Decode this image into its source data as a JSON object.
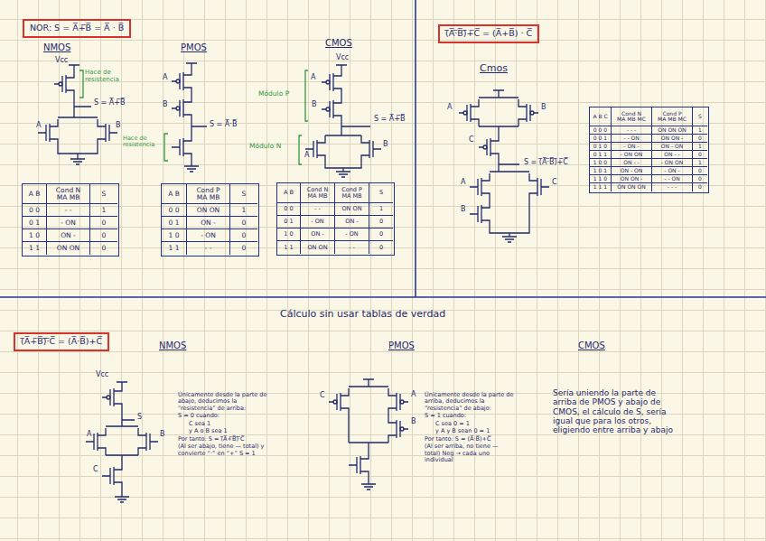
{
  "diagram": {
    "nodes": [
      {
        "text": [
          "NOR: S = A̅+̅B̅ = A̅ · B̅"
        ]
      },
      {
        "text": [
          "(̅A̅·̅B̅)̅+̅C̅ = (A̅+B̅) · C̅"
        ]
      },
      {
        "text": [
          "(̅A̅+̅B̅)̅·̅C̅ = (A̅·B̅)+C̅"
        ]
      }
    ],
    "labels": [
      "NMOS",
      "Vcc",
      "Hace de resistencia",
      "S = A̅+̅B̅",
      "A",
      "B",
      "A B",
      "Cond N",
      "MA MB",
      "S",
      "0 0",
      "- -",
      "1",
      "0 1",
      "- ON",
      "0",
      "1 0",
      "ON -",
      "0",
      "1 1",
      "ON ON",
      "0",
      "PMOS",
      "A",
      "B",
      "S = A̅·B̅",
      "Hace de resistencia",
      "A B",
      "Cond P",
      "MA MB",
      "S",
      "0 0",
      "ON ON",
      "1",
      "0 1",
      "ON -",
      "0",
      "1 0",
      "- ON",
      "0",
      "1 1",
      "- -",
      "0",
      "CMOS",
      "Vcc",
      "A",
      "B",
      "Módulo P",
      "Módulo N",
      "A",
      "B",
      "S = A̅+̅B̅",
      "A B",
      "Cond N",
      "MA MB",
      "Cond P",
      "MA MB",
      "S",
      "0 0",
      "- -",
      "ON ON",
      "1",
      "0 1",
      "- ON",
      "ON -",
      "0",
      "1 0",
      "ON -",
      "- ON",
      "0",
      "1 1",
      "ON ON",
      "- -",
      "0",
      "Cmos",
      "A",
      "B",
      "C",
      "S = (̅A̅·̅B̅)̅+̅C̅",
      "A",
      "B",
      "C",
      "A B C",
      "Cond N",
      "MA MB MC",
      "Cond P",
      "MA MB MC",
      "S",
      "0 0 0",
      "- - -",
      "ON ON ON",
      "1",
      "0 0 1",
      "- - ON",
      "ON ON -",
      "0",
      "0 1 0",
      "- ON -",
      "ON - ON",
      "1",
      "0 1 1",
      "- ON ON",
      "ON - -",
      "0",
      "1 0 0",
      "ON - -",
      "- ON ON",
      "1",
      "1 0 1",
      "ON - ON",
      "- ON -",
      "0",
      "1 1 0",
      "ON ON -",
      "- - ON",
      "0",
      "1 1 1",
      "ON ON ON",
      "- - -",
      "0",
      "Cálculo sin usar tablas de verdad",
      "NMOS",
      "Vcc",
      "S",
      "A",
      "B",
      "C",
      "Únicamente desde la parte de abajo, deducimos la “resistencia” de arriba:",
      "S = 0 cuando:",
      "C sea 1",
      "y A o B sea 1",
      "Por tanto: S = (̅A̅+̅B̅)̅·̅C̅",
      "(Al ser abajo, tiene — total) y convierte “·” en “+” S = 1",
      "PMOS",
      "C",
      "A",
      "B",
      "Únicamente desde la parte de arriba, deducimos la “resistencia” de abajo:",
      "S = 1 cuando:",
      "C sea 0 = 1",
      "y A y B sean 0 = 1",
      "Por tanto: S = (A̅·B̅)+C̅",
      "(Al ser arriba, no tiene — total) Neg → cada uno individual",
      "CMOS",
      "Sería uniendo la parte de arriba de PMOS y abajo de CMOS, el cálculo de S, sería igual que para los otros, eligiendo entre arriba y abajo"
    ]
  }
}
